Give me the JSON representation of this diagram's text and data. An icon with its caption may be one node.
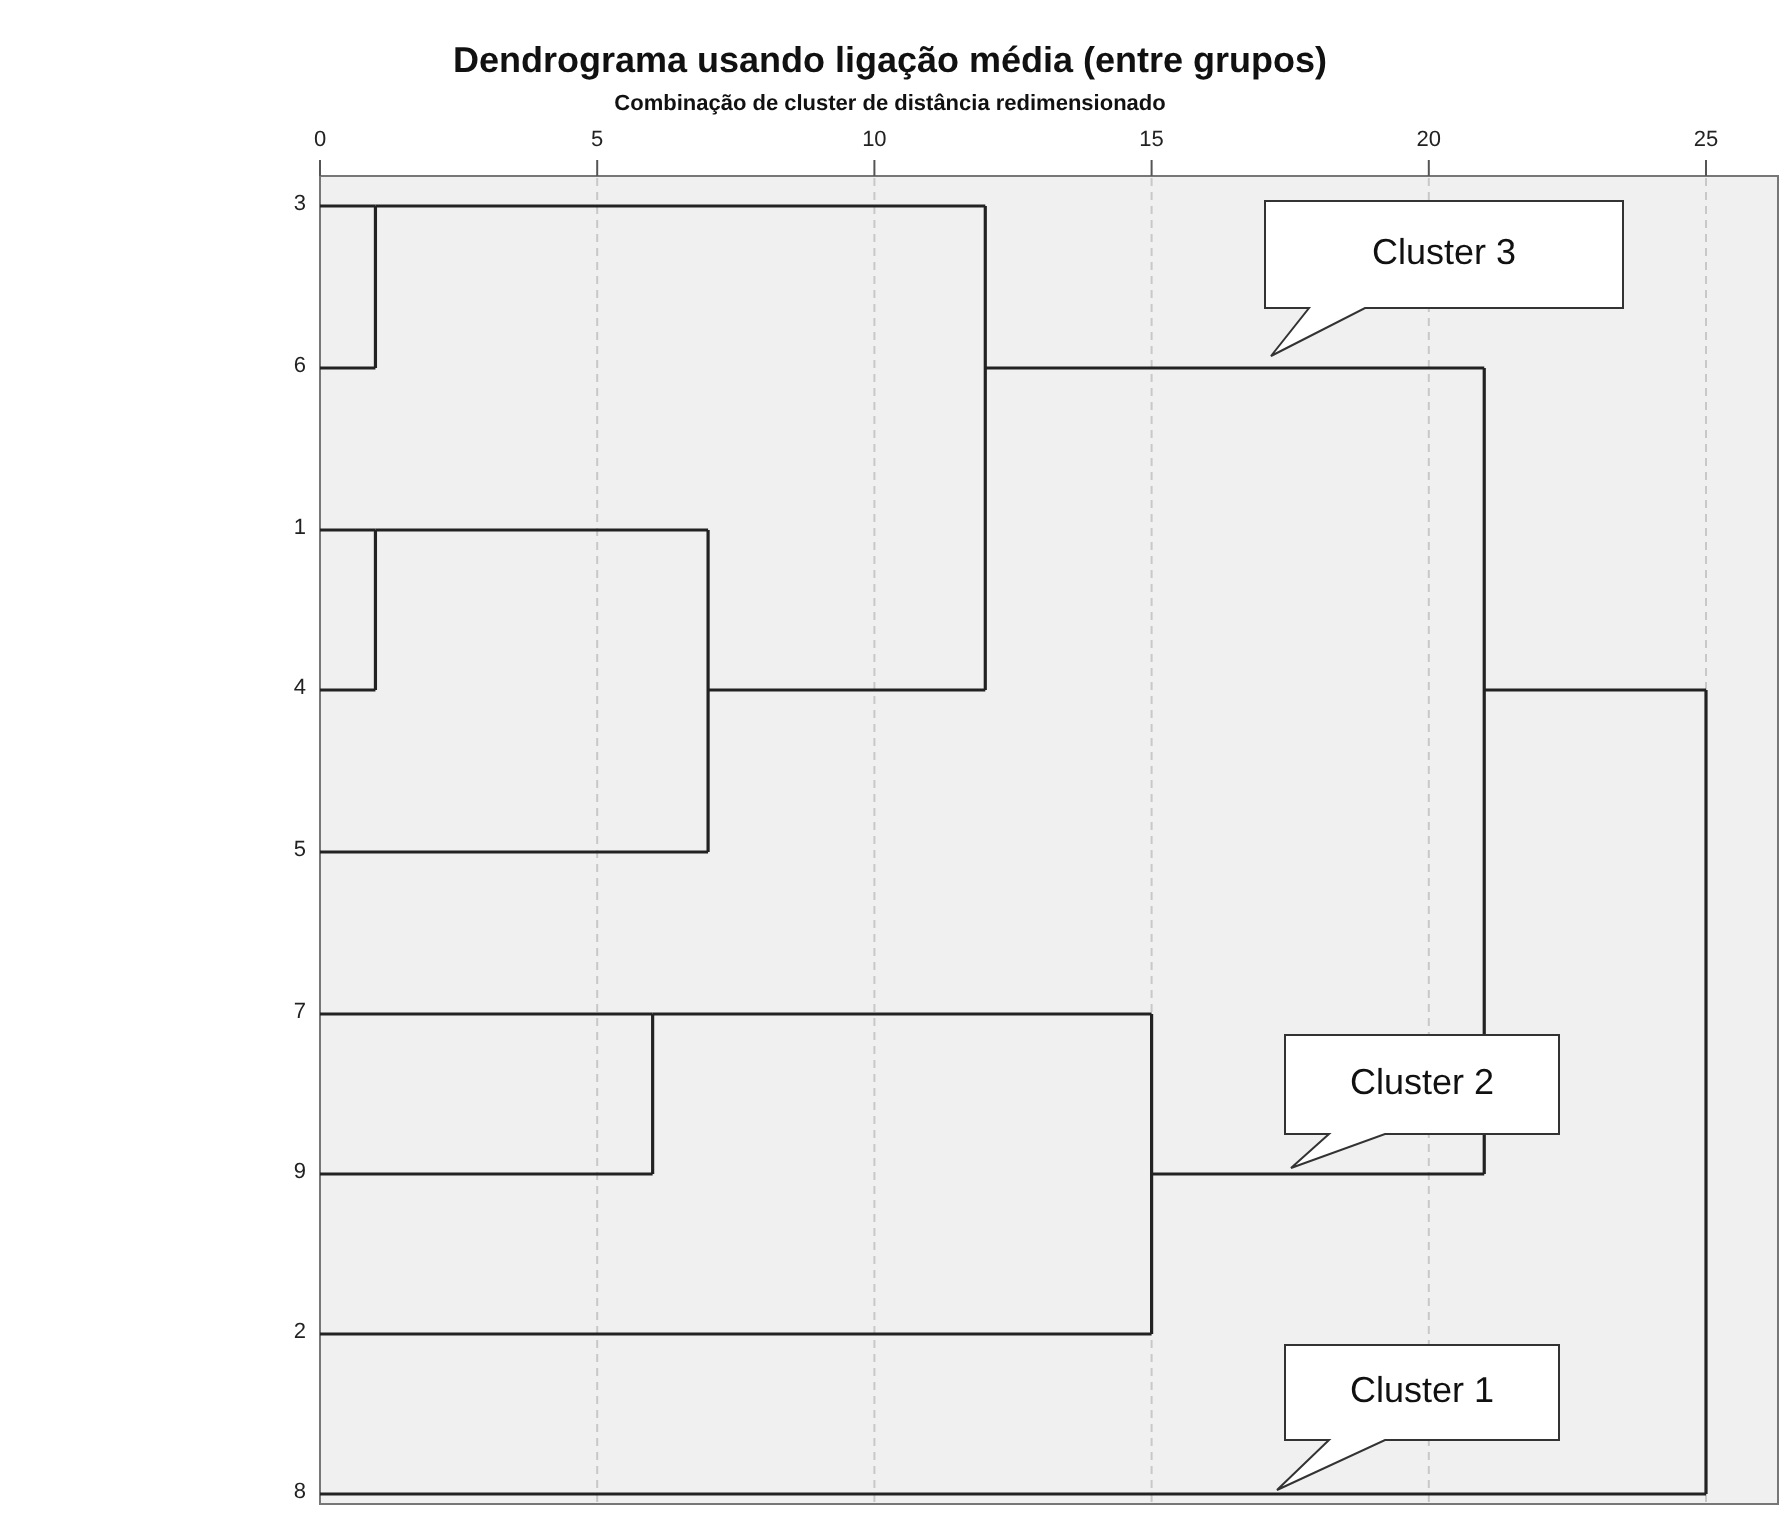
{
  "diagram": {
    "title": "Dendrograma usando ligação média (entre grupos)",
    "nodes": [
      {
        "text": [
          "Cluster 3"
        ]
      },
      {
        "text": [
          "Cluster 2"
        ]
      },
      {
        "text": [
          "Cluster 1"
        ]
      }
    ],
    "labels": [
      "Combinação de cluster de distância redimensionado",
      "0",
      "5",
      "10",
      "15",
      "20",
      "25",
      "3",
      "6",
      "1",
      "4",
      "5",
      "7",
      "9",
      "2",
      "8"
    ]
  }
}
